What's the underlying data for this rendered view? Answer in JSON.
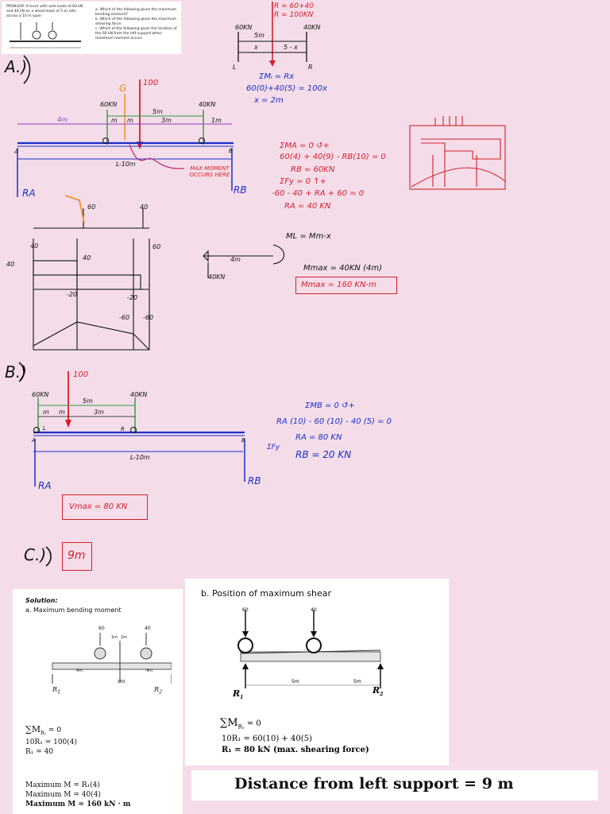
{
  "problem_card": {
    "problem_text": "PROBLEM: A truck with axle loads of 60 kN and 40 kN on a wheel base of 5 m rolls across a 10 m span",
    "questions": [
      "a.  Which of the following gives the maximum bending moment?",
      "b.  Which of the following gives the maximum shearing force.",
      "c.  Which of the following gives the location of the 60 kN from the left support when maximum moment occurs"
    ]
  },
  "top_right": {
    "r_eq": "R = 60+40",
    "r_val": "R = 100KN",
    "load_left": "60KN",
    "load_right": "40KN",
    "dim_5": "5m",
    "dim_x": "x",
    "dim_5x": "5 - x",
    "sup_l": "L",
    "sup_r": "R",
    "eq1": "ΣMₗ = Rx",
    "eq2": "60(0)+40(5) = 100x",
    "eq3": "x = 2m"
  },
  "part_a": {
    "label": "A.)",
    "load_100": "100",
    "load_g": "G",
    "load_60": "60KN",
    "load_40": "40KN",
    "dim_5m": "5m",
    "dim_4m": "4m",
    "dim_m1": "m",
    "dim_m2": "m",
    "dim_3m": "3m",
    "dim_1m": "1m",
    "sup_a": "A",
    "sup_b": "B",
    "span": "L-10m",
    "note": "MAX MOMENT OCCURS HERE",
    "ra": "RA",
    "rb": "RB",
    "eq_ma": "ΣMA = 0 ↺+",
    "eq_ma2": "60(4) + 40(9) - RB(10) = 0",
    "eq_rb": "RB = 60KN",
    "eq_fy": "ΣFy = 0 ↑+",
    "eq_fy2": "-60 - 40 + RA + 60 = 0",
    "eq_ra": "RA = 40 KN"
  },
  "shear_diagram": {
    "top_60": "60",
    "top_40": "40",
    "left_40": "40",
    "v_40a": "40",
    "v_40b": "40",
    "v_minus20a": "-20",
    "v_minus20b": "-20",
    "v_minus60a": "-60",
    "v_minus60b": "-60",
    "r_60": "60"
  },
  "moment_calc": {
    "ml_eq": "ML = Mm-x",
    "dim_4m": "4m",
    "force": "40KN",
    "mmax_eq": "Mmax = 40KN (4m)",
    "mmax_ans": "Mmax = 160 KN-m"
  },
  "part_b": {
    "label": "B.)",
    "load_100": "100",
    "load_60": "60KN",
    "load_40": "40KN",
    "dim_5m": "5m",
    "dim_m1": "m",
    "dim_m2": "m",
    "dim_3m": "3m",
    "sup_a": "A",
    "sup_l": "L",
    "sup_r": "R",
    "sup_b": "B",
    "span": "L-10m",
    "ra": "RA",
    "rb": "RB",
    "eq1": "ΣMB = 0 ↺+",
    "eq2": "RA (10) - 60 (10) - 40 (5) = 0",
    "eq3": "RA = 80 KN",
    "eq_fy": "ΣFy",
    "eq4": "RB = 20 KN",
    "vmax": "Vmax = 80 KN"
  },
  "part_c": {
    "label": "C.)",
    "answer": "9m"
  },
  "solution_left": {
    "title": "Solution:",
    "subtitle": "a.   Maximum bending moment",
    "load_60": "60",
    "load_40": "40",
    "dim_1m": "1m",
    "dim_2m": "2m",
    "dim_4m_a": "4m",
    "dim_4m_b": "4m",
    "load_100": "100",
    "r1": "R",
    "r1_sub": "1",
    "r2": "R",
    "r2_sub": "2",
    "eq1": "∑M",
    "eq1_sub": "R₂",
    "eq1_rhs": " = 0",
    "eq2": "10R₁ = 100(4)",
    "eq3": "R₁ = 40",
    "m1": "Maximum M =  R₁(4)",
    "m2": "Maximum M =  40(4)",
    "m3": "Maximum M =  160 kN · m"
  },
  "solution_mid": {
    "title": "b.   Position of maximum shear",
    "load_60": "60",
    "load_40": "40",
    "dim_a": "5m",
    "dim_b": "5m",
    "r1": "R",
    "r1_sub": "1",
    "r2": "R",
    "r2_sub": "2",
    "eq1": "∑M",
    "eq1_sub": "R₂",
    "eq1_rhs": " = 0",
    "eq2": "10R₁ = 60(10) + 40(5)",
    "eq3": "R₁ = 80 kN (max. shearing force)"
  },
  "solution_bottom": {
    "text": "Distance from left support = 9 m"
  },
  "colors": {
    "background": "#f4dde9",
    "ink_red": "#d4202a",
    "ink_blue": "#1a2fc9",
    "ink_green": "#2e9b46",
    "ink_black": "#111111",
    "ink_orange": "#f08a1c",
    "ink_magenta": "#c0266d"
  }
}
